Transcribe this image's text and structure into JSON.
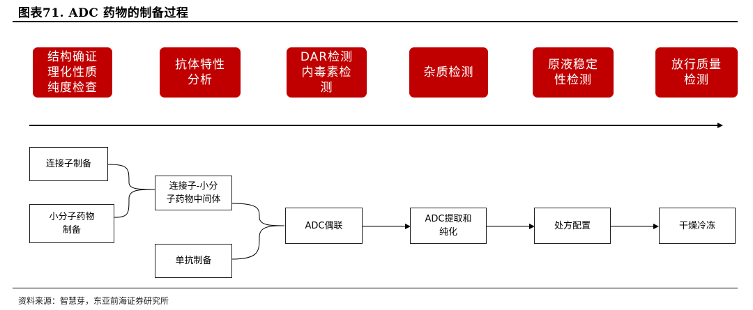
{
  "title": "图表71.  ADC 药物的制备过程",
  "steps": [
    "结构确证\n理化性质\n纯度检查",
    "抗体特性\n分析",
    "DAR检测\n内毒素检\n测",
    "杂质检测",
    "原液稳定\n性检测",
    "放行质量\n检测"
  ],
  "process": {
    "linker_prep": "连接子制备",
    "small_molecule_prep": "小分子药物\n制备",
    "intermediate": "连接子-小分\n子药物中间体",
    "antibody_prep": "单抗制备",
    "conjugation": "ADC偶联",
    "purification": "ADC提取和\n纯化",
    "formulation": "处方配置",
    "lyophilization": "干燥冷冻"
  },
  "source": "资料来源：智慧芽，东亚前海证券研究所",
  "colors": {
    "step_fill": "#c00000",
    "step_text": "#ffffff",
    "line": "#000000"
  }
}
